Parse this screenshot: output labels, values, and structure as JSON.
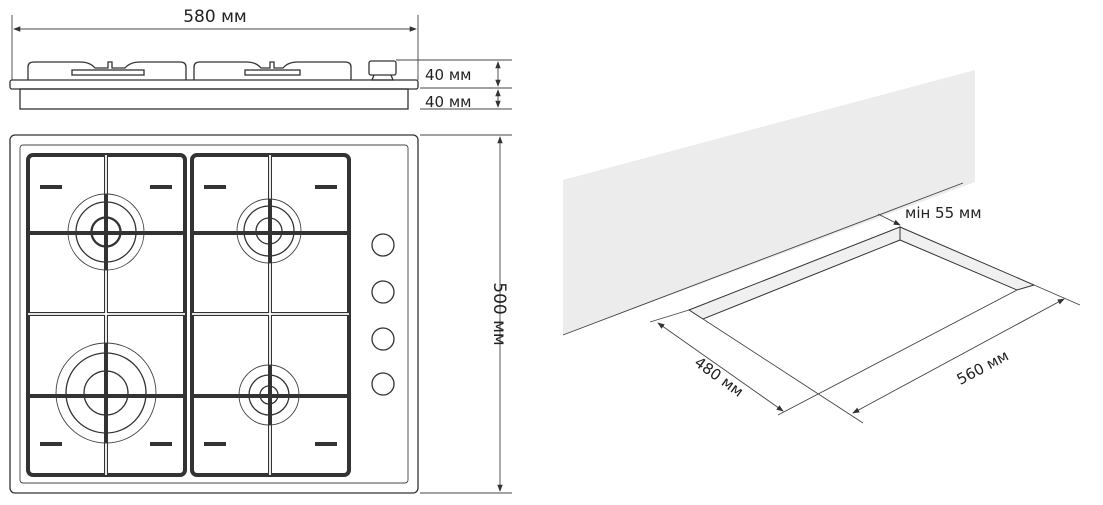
{
  "hob_drawing": {
    "width_label": "580 мм",
    "grate_height_label": "40 мм",
    "body_height_label": "40 мм",
    "depth_label": "500 мм",
    "burner_count": 4,
    "knob_count": 4
  },
  "cutout_drawing": {
    "min_wall_gap_label": "мін 55 мм",
    "cutout_depth_label": "480 мм",
    "cutout_width_label": "560 мм"
  },
  "colors": {
    "line": "#333333",
    "wall": "#ececec"
  }
}
